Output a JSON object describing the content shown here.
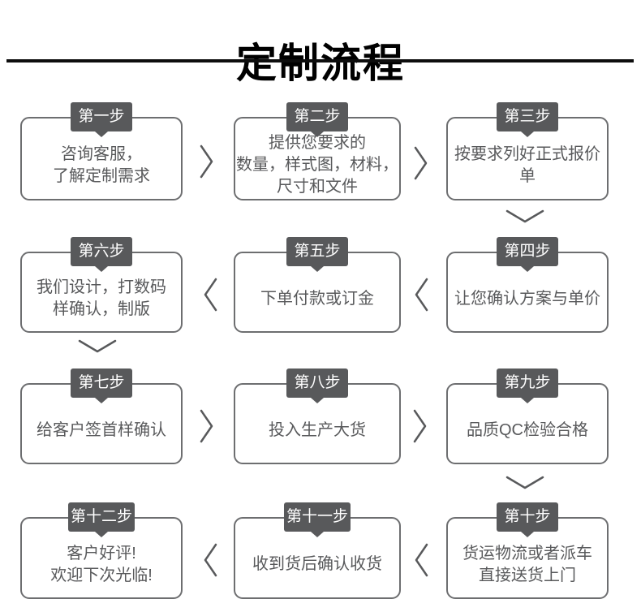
{
  "page": {
    "title": "定制流程"
  },
  "flow": {
    "steps": [
      {
        "badge": "第一步",
        "text": "咨询客服，\n了解定制需求"
      },
      {
        "badge": "第二步",
        "text": "提供您要求的\n数量，样式图，材料，\n尺寸和文件"
      },
      {
        "badge": "第三步",
        "text": "按要求列好正式报价单"
      },
      {
        "badge": "第四步",
        "text": "让您确认方案与单价"
      },
      {
        "badge": "第五步",
        "text": "下单付款或订金"
      },
      {
        "badge": "第六步",
        "text": "我们设计，打数码\n样确认，制版"
      },
      {
        "badge": "第七步",
        "text": "给客户签首样确认"
      },
      {
        "badge": "第八步",
        "text": "投入生产大货"
      },
      {
        "badge": "第九步",
        "text": "品质QC检验合格"
      },
      {
        "badge": "第十步",
        "text": "货运物流或者派车\n直接送货上门"
      },
      {
        "badge": "第十一步",
        "text": "收到货后确认收货"
      },
      {
        "badge": "第十二步",
        "text": "客户好评!\n欢迎下次光临!"
      }
    ],
    "colors": {
      "badge_bg": "#58595b",
      "box_border": "#6d6e70",
      "body_text": "#58595b",
      "arrow": "#58595b",
      "title_text": "#000000"
    }
  }
}
